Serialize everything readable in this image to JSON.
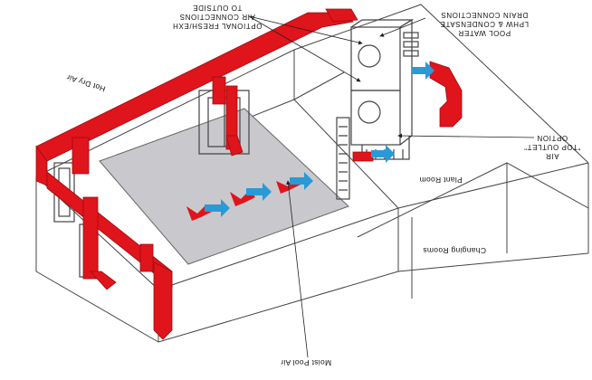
{
  "labels": {
    "air_connections": [
      "OPTIONAL FRESH/EXH",
      "AIR CONNECTIONS",
      "TO OUTSIDE"
    ],
    "pool_water": [
      "POOL WATER",
      "LPHW & CONDENSATE",
      "DRAIN CONNECTIONS"
    ],
    "hot_dry_air": "Hot Dry Air",
    "air_top_outlet": [
      "AIR",
      "\"TOP OUTLET\"",
      "OPTION"
    ],
    "plant_room": "Plant Room",
    "changing_rooms": "Changing Rooms",
    "moist_pool_air": "Moist Pool Air"
  },
  "colors": {
    "duct_red": "#e0141b",
    "arrow_blue": "#2a9ad6",
    "pool_grey": "#c9c9cd",
    "line": "#333333"
  }
}
